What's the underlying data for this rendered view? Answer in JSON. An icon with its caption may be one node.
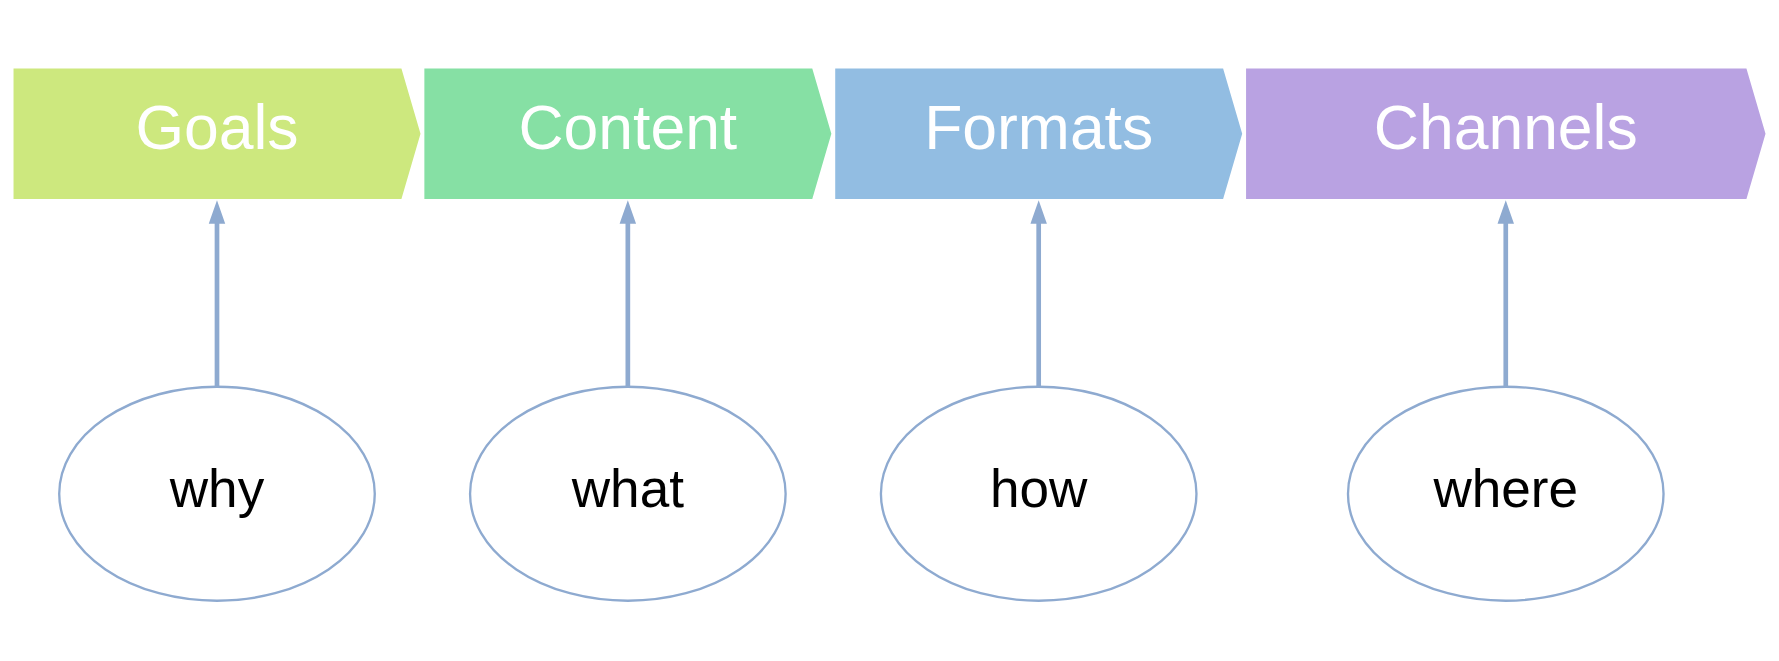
{
  "diagram": {
    "nodes": [
      {
        "text": [
          "Goals"
        ]
      },
      {
        "text": [
          "Content"
        ]
      },
      {
        "text": [
          "Formats"
        ]
      },
      {
        "text": [
          "Channels"
        ]
      },
      {
        "text": [
          "why"
        ]
      },
      {
        "text": [
          "what"
        ]
      },
      {
        "text": [
          "how"
        ]
      },
      {
        "text": [
          "where"
        ]
      }
    ],
    "edges": [
      {
        "from": 4,
        "to": 0,
        "arrow": "to"
      },
      {
        "from": 5,
        "to": 1,
        "arrow": "to"
      },
      {
        "from": 6,
        "to": 2,
        "arrow": "to"
      },
      {
        "from": 7,
        "to": 3,
        "arrow": "to"
      }
    ]
  }
}
